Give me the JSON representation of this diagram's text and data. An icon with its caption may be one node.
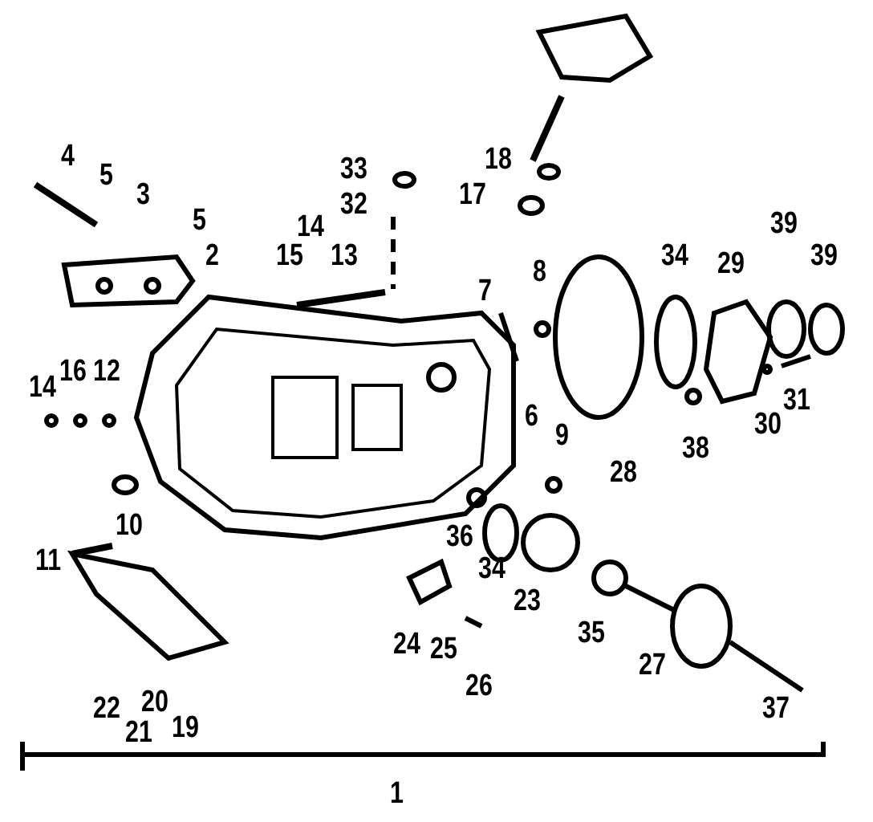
{
  "diagram": {
    "labels": [
      "4",
      "5",
      "3",
      "5",
      "2",
      "33",
      "32",
      "18",
      "17",
      "15",
      "14",
      "13",
      "7",
      "8",
      "34",
      "29",
      "39",
      "39",
      "14",
      "16",
      "12",
      "9",
      "6",
      "30",
      "31",
      "38",
      "28",
      "11",
      "10",
      "36",
      "34",
      "23",
      "24",
      "25",
      "35",
      "27",
      "26",
      "22",
      "21",
      "20",
      "19",
      "37",
      "1"
    ]
  }
}
